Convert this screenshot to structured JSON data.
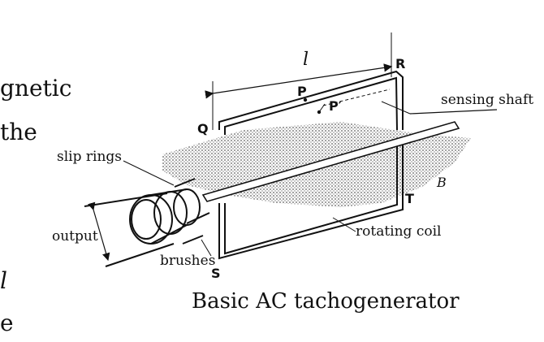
{
  "background_text": {
    "line1": "gnetic",
    "line2": "the",
    "line3": "l",
    "line4": "e"
  },
  "caption": "Basic AC tachogenerator",
  "labels": {
    "length": "l",
    "R": "R",
    "P": "P",
    "P_prime": "P′",
    "Q": "Q",
    "sensing_shaft": "sensing shaft",
    "slip_rings": "slip rings",
    "B": "B",
    "T": "T",
    "output": "output",
    "rotating_coil": "rotating coil",
    "brushes": "brushes",
    "S": "S"
  },
  "colors": {
    "ink": "#111111",
    "field_shading": "#555555",
    "background": "#ffffff"
  }
}
